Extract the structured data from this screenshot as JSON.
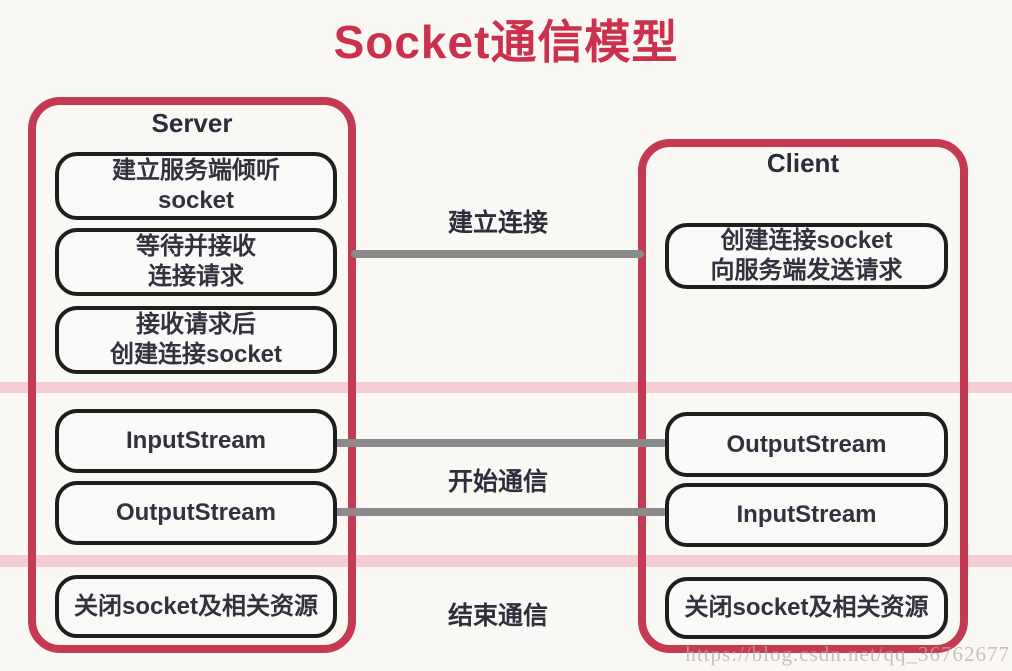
{
  "title": "Socket通信模型",
  "colors": {
    "accent_red": "#c43a52",
    "title_red": "#cb314d",
    "band_pink": "#f3cdd1",
    "connector_gray": "#8a8a8a",
    "text_dark": "#32323f"
  },
  "server": {
    "label": "Server",
    "steps": [
      "建立服务端倾听\nsocket",
      "等待并接收\n连接请求",
      "接收请求后\n创建连接socket",
      "InputStream",
      "OutputStream",
      "关闭socket及相关资源"
    ]
  },
  "client": {
    "label": "Client",
    "steps": [
      "创建连接socket\n向服务端发送请求",
      "OutputStream",
      "InputStream",
      "关闭socket及相关资源"
    ]
  },
  "phases": [
    "建立连接",
    "开始通信",
    "结束通信"
  ],
  "watermark": "https://blog.csdn.net/qq_36762677"
}
